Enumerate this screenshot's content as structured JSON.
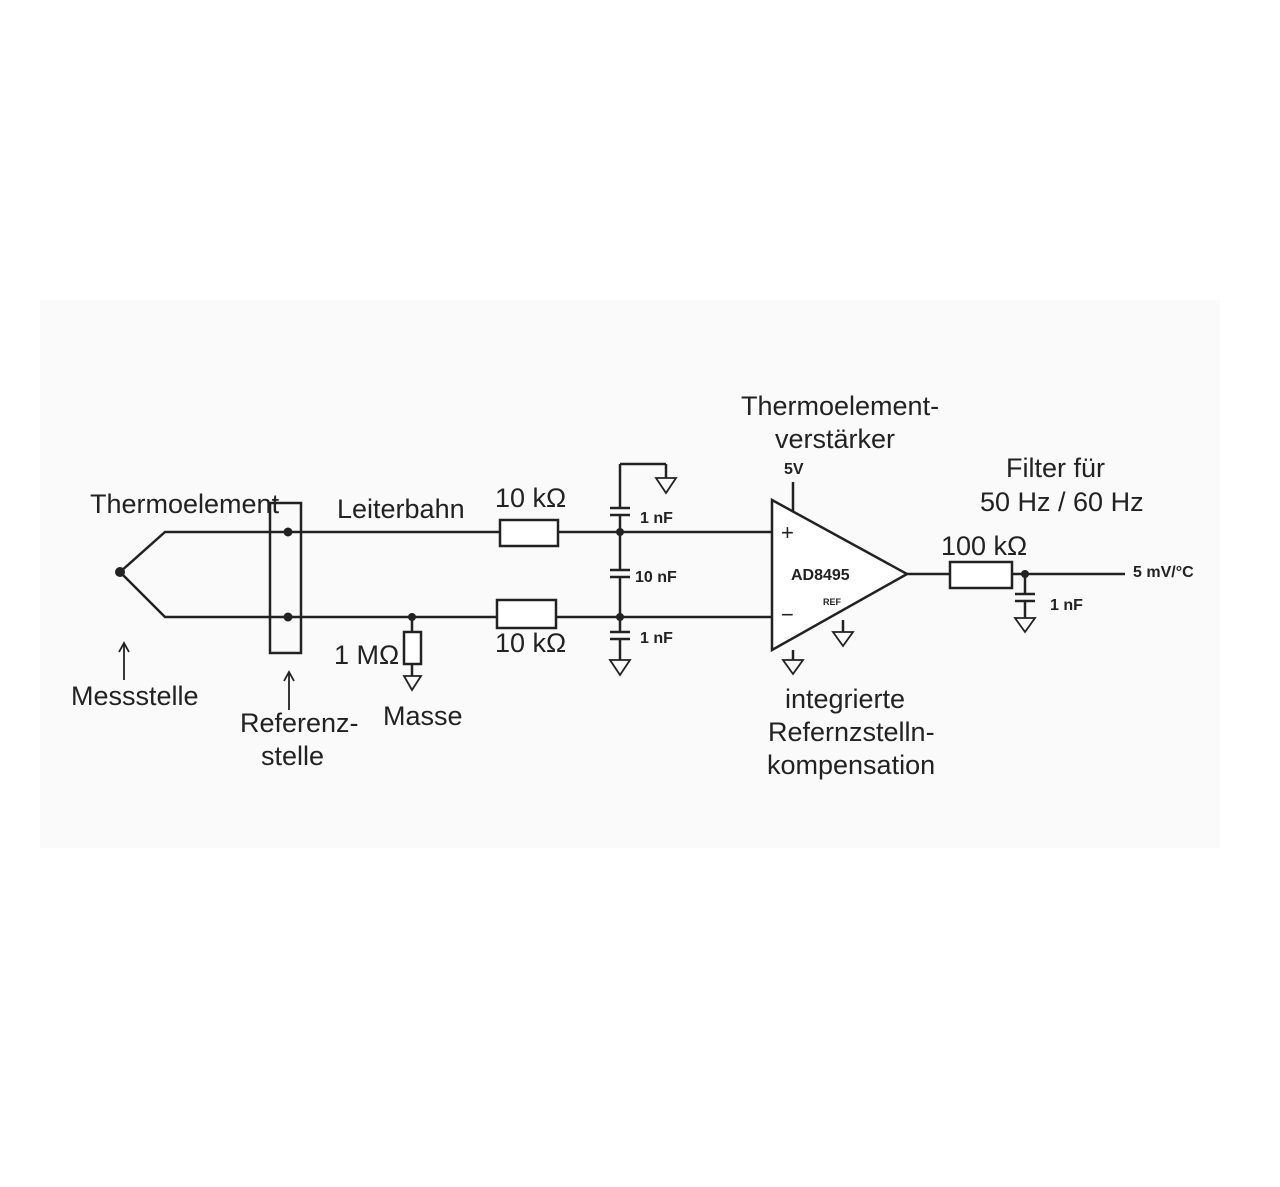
{
  "labels": {
    "thermoelement": "Thermoelement",
    "leiterbahn": "Leiterbahn",
    "r_top": "10 kΩ",
    "r_bottom": "10 kΩ",
    "r_ground": "1 MΩ",
    "r_filter": "100 kΩ",
    "c_top": "1 nF",
    "c_mid": "10 nF",
    "c_bot": "1 nF",
    "c_filter": "1 nF",
    "amp_title_1": "Thermoelement-",
    "amp_title_2": "verstärker",
    "supply": "5V",
    "amp_name": "AD8495",
    "ref_pin": "REF",
    "plus": "+",
    "minus": "−",
    "filter_1": "Filter für",
    "filter_2": "50 Hz / 60 Hz",
    "output": "5 mV/°C",
    "messstelle": "Messstelle",
    "referenz_1": "Referenz-",
    "referenz_2": "stelle",
    "masse": "Masse",
    "comp_1": "integrierte",
    "comp_2": "Refernzstelln-",
    "comp_3": "kompensation"
  }
}
